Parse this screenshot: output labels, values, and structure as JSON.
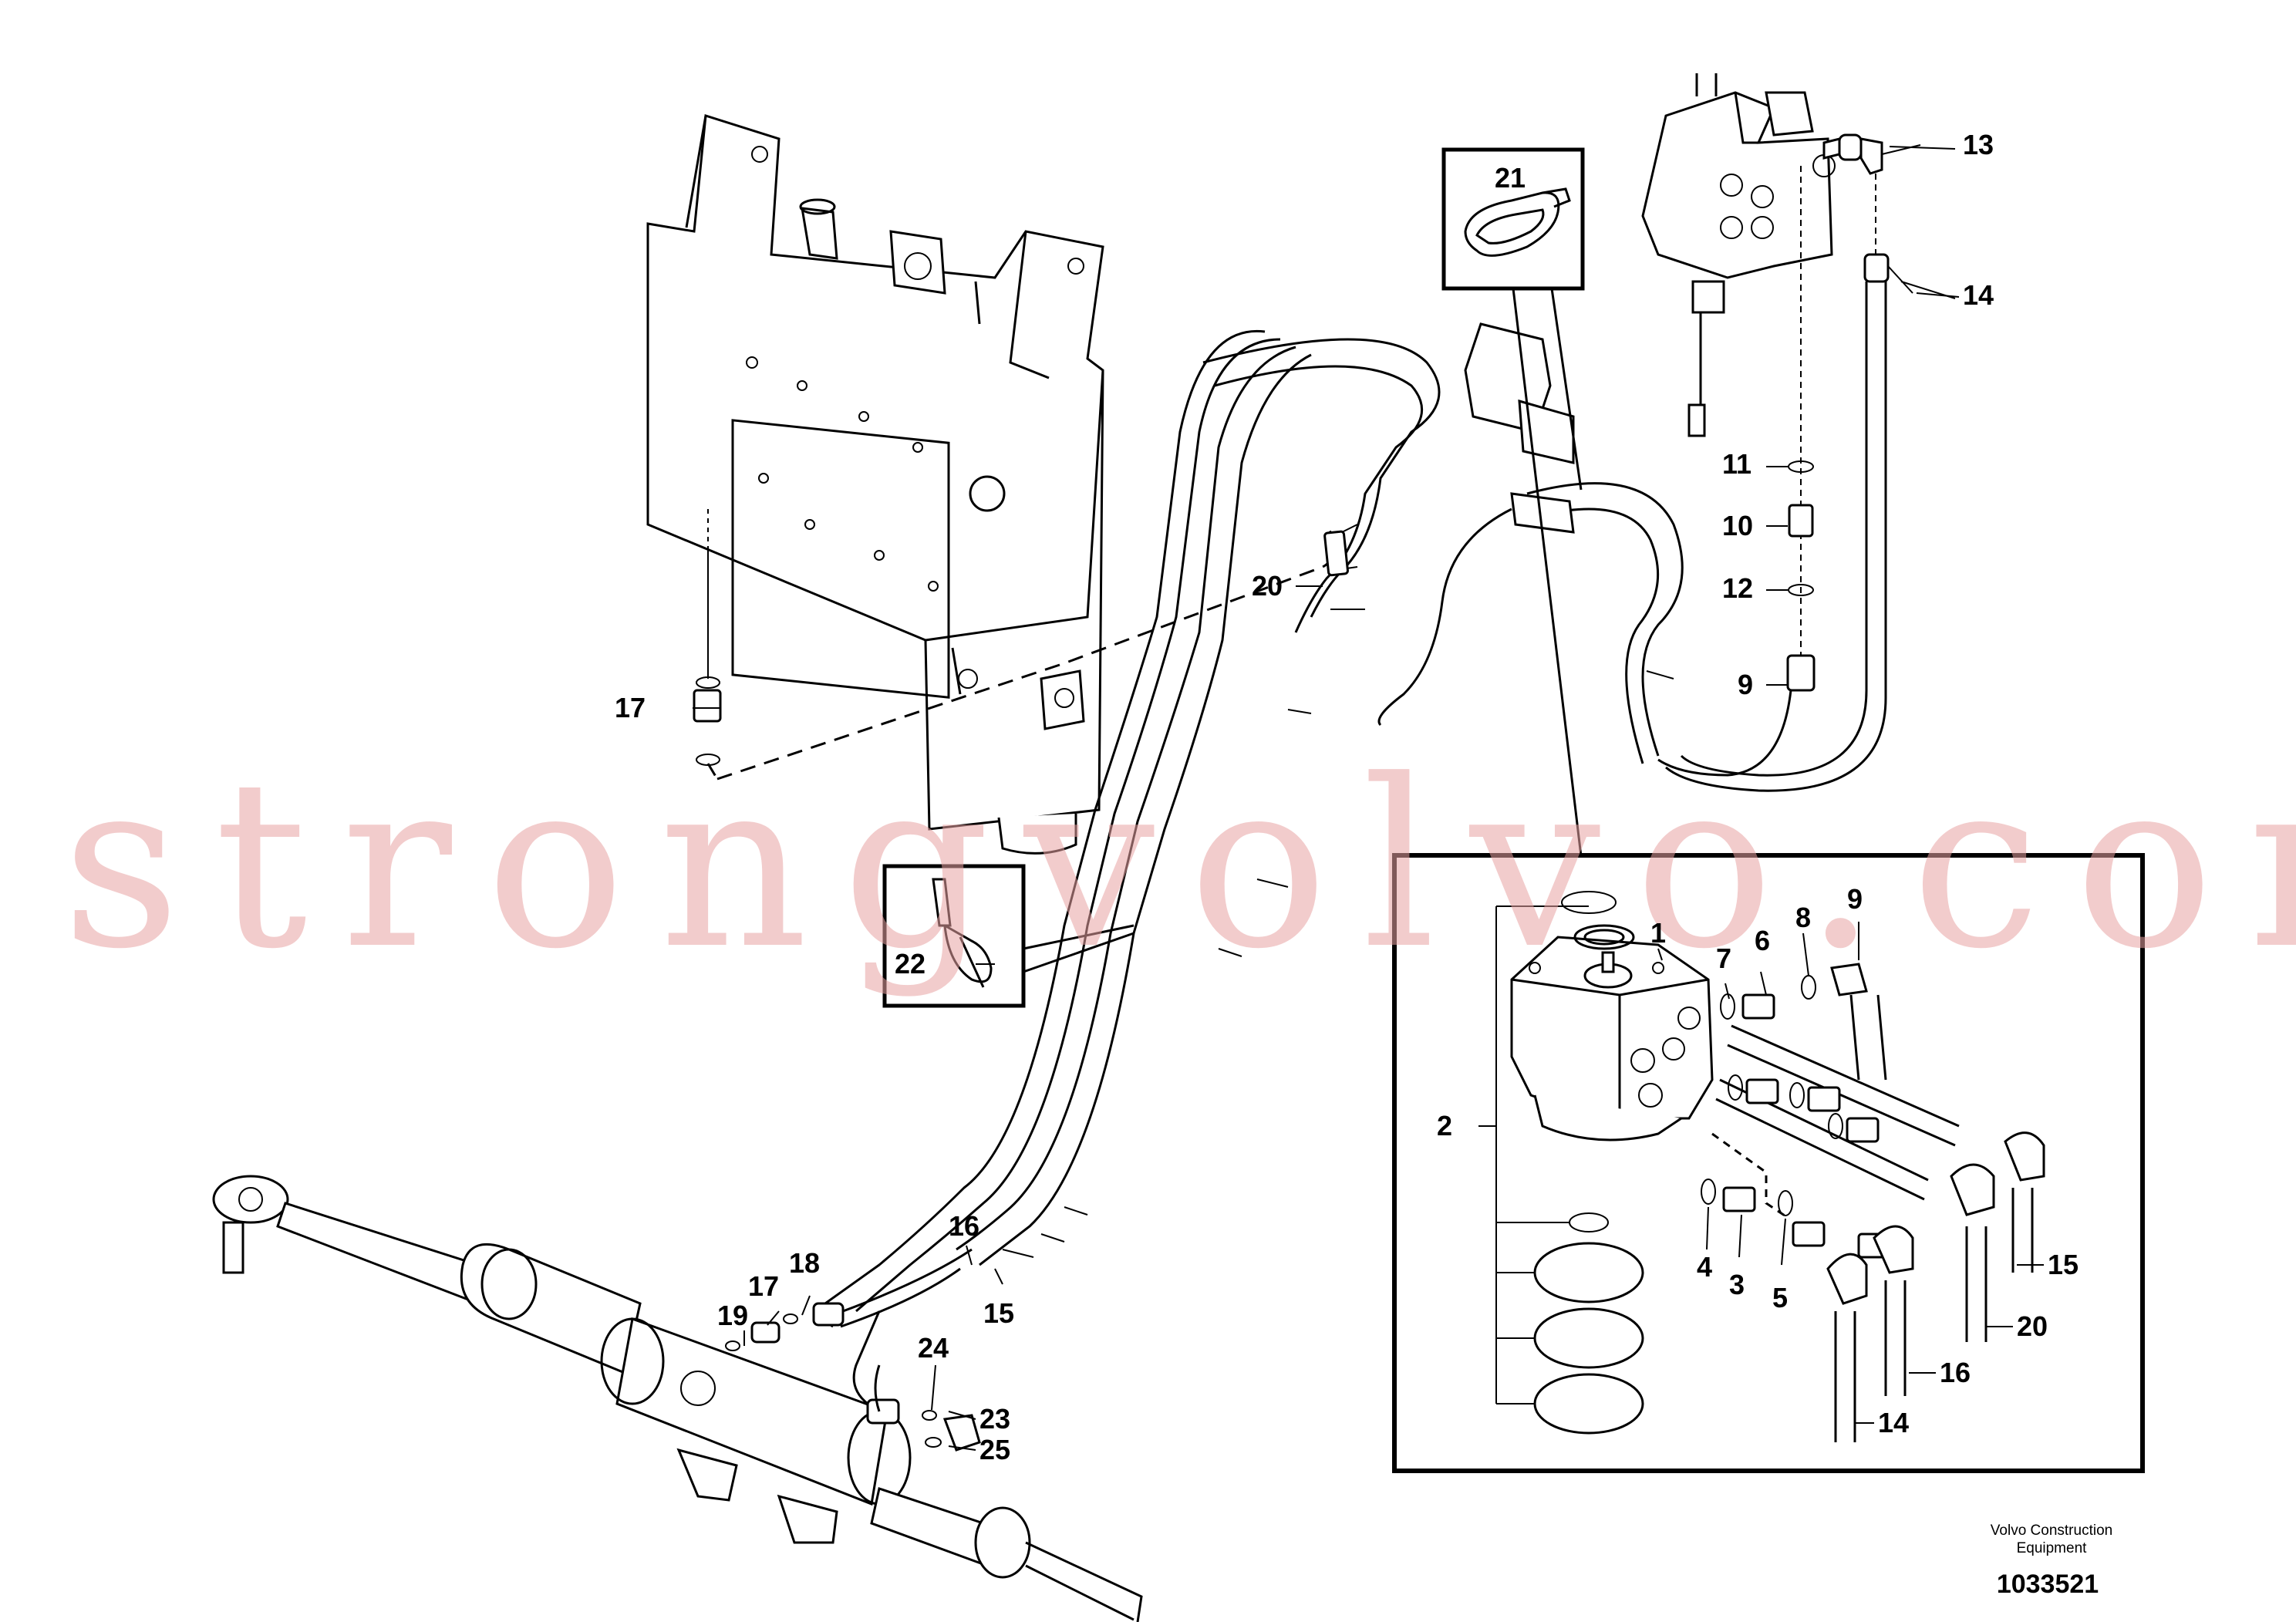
{
  "callouts": {
    "c1": "1",
    "c2": "2",
    "c3": "3",
    "c4": "4",
    "c5": "5",
    "c6": "6",
    "c7": "7",
    "c8": "8",
    "c9_detail": "9",
    "c9_main": "9",
    "c10": "10",
    "c11": "11",
    "c12": "12",
    "c13": "13",
    "c14_main": "14",
    "c14_detail": "14",
    "c15_main": "15",
    "c15_detail": "15",
    "c16_main": "16",
    "c16_detail": "16",
    "c17_tank": "17",
    "c17_cyl": "17",
    "c18": "18",
    "c19": "19",
    "c20_main": "20",
    "c20_detail": "20",
    "c21": "21",
    "c22": "22",
    "c23": "23",
    "c24": "24",
    "c25": "25"
  },
  "footer": {
    "brand_line1": "Volvo Construction",
    "brand_line2": "Equipment",
    "doc_number": "1033521"
  },
  "watermark": "strongvolvo.com",
  "colors": {
    "line": "#000000",
    "watermark": "#e9a3a3",
    "background": "#ffffff"
  }
}
